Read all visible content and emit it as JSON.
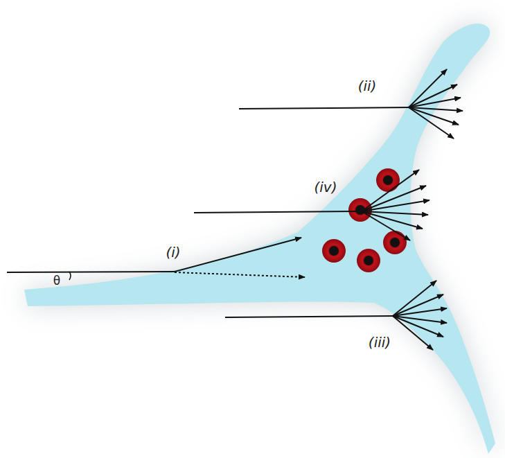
{
  "diagram": {
    "labels": [
      "(ii)",
      "(iv)",
      "(i)",
      "(iii)",
      "θ"
    ]
  }
}
